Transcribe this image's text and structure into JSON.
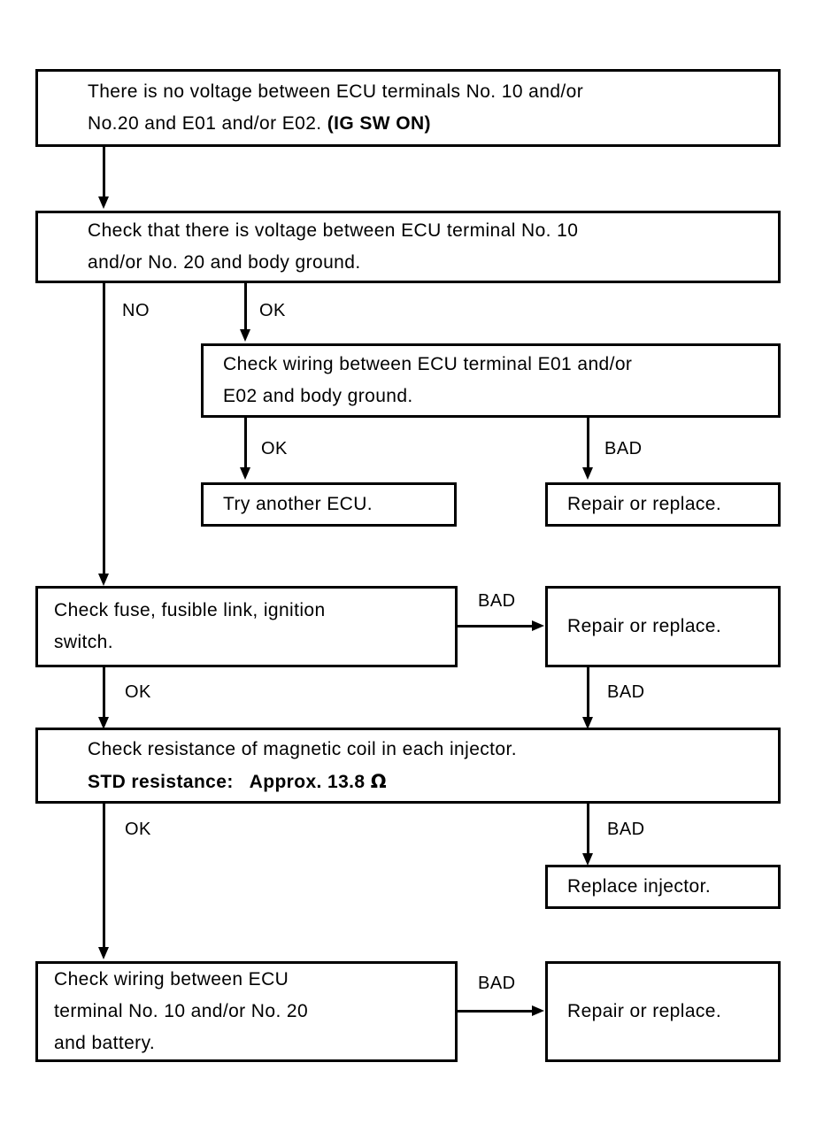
{
  "diagram": {
    "type": "troubleshooting-flowchart",
    "title": "ECU terminal voltage troubleshooting flowchart",
    "nodes": [
      {
        "id": "n1",
        "name": "problem-statement",
        "lines": [
          "There is no voltage between ECU terminals No. 10 and/or",
          "No.20 and E01 and/or E02. "
        ],
        "bold_suffix": "(IG SW ON)"
      },
      {
        "id": "n2",
        "name": "check-voltage-body-ground",
        "lines": [
          "Check that there is voltage between ECU terminal No. 10",
          "and/or No. 20 and body ground."
        ]
      },
      {
        "id": "n3",
        "name": "check-wiring-e01-e02",
        "lines": [
          "Check wiring between ECU terminal E01 and/or",
          "E02 and body ground."
        ]
      },
      {
        "id": "n4",
        "name": "try-another-ecu",
        "lines": [
          "Try another ECU."
        ]
      },
      {
        "id": "n5",
        "name": "repair-or-replace-ground",
        "lines": [
          "Repair or replace."
        ]
      },
      {
        "id": "n6",
        "name": "check-fuse-fusible-link",
        "lines": [
          "Check fuse, fusible link, ignition",
          "switch."
        ]
      },
      {
        "id": "n7",
        "name": "repair-or-replace-fuse",
        "lines": [
          "Repair or replace."
        ]
      },
      {
        "id": "n8",
        "name": "check-injector-resistance",
        "lines": [
          "Check resistance of magnetic coil in each injector."
        ],
        "bold_line": "STD resistance:   Approx. 13.8 ",
        "bold_symbol": "Ω"
      },
      {
        "id": "n9",
        "name": "replace-injector",
        "lines": [
          "Replace injector."
        ]
      },
      {
        "id": "n10",
        "name": "check-wiring-battery",
        "lines": [
          "Check wiring between ECU",
          "terminal No. 10 and/or No. 20",
          "and battery."
        ]
      },
      {
        "id": "n11",
        "name": "repair-or-replace-battery",
        "lines": [
          "Repair or replace."
        ]
      }
    ],
    "edge_labels": {
      "e1": "NO",
      "e2": "OK",
      "e3": "OK",
      "e4": "BAD",
      "e5": "BAD",
      "e6": "OK",
      "e7": "BAD",
      "e8": "OK",
      "e9": "BAD",
      "e10": "BAD"
    },
    "colors": {
      "ink": "#000000",
      "paper": "#ffffff"
    }
  }
}
